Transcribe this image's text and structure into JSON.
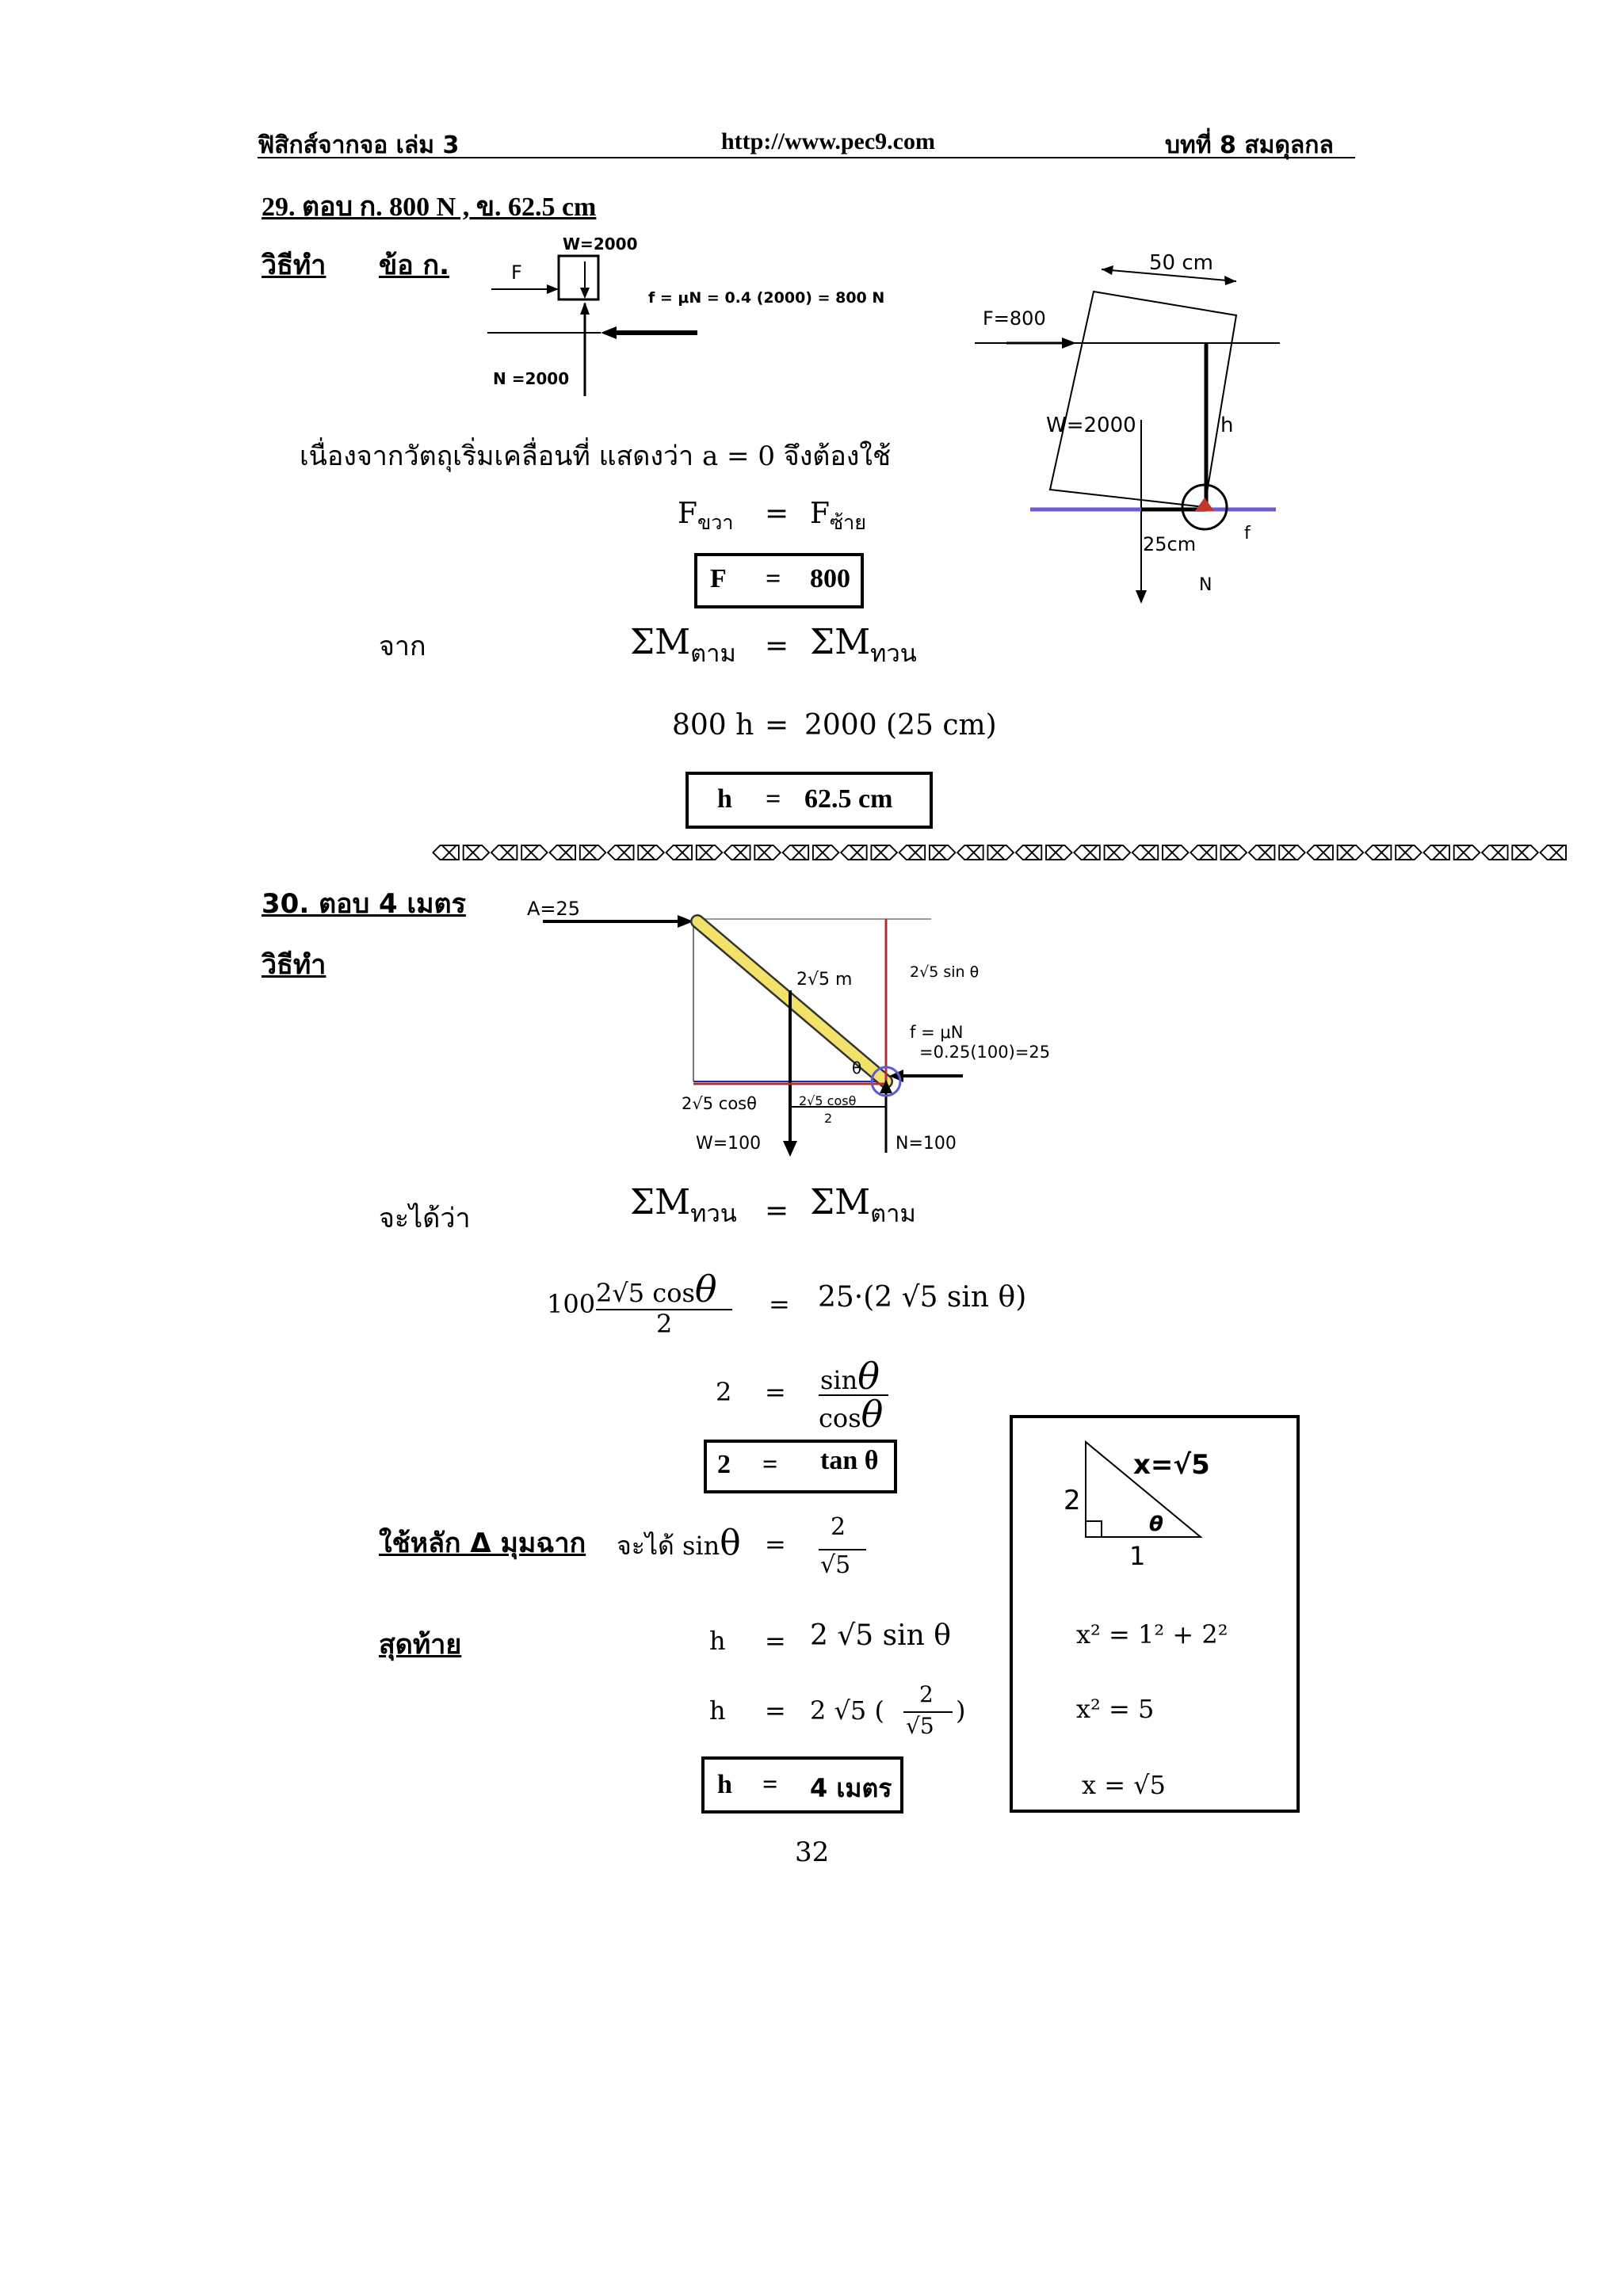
{
  "header": {
    "left": "ฟิสิกส์จากจอ เล่ม 3",
    "center": "http://www.pec9.com",
    "right": "บทที่ 8 สมดุลกล"
  },
  "q29": {
    "title": "29. ตอบ ก. 800 N , ข. 62.5 cm",
    "method": "วิธีทำ",
    "part_a": "ข้อ ก.",
    "diagram1": {
      "w": "W=2000",
      "f_label": "F",
      "friction": "f = μN = 0.4 (2000) = 800 N",
      "n": "N =2000"
    },
    "diagram2": {
      "width": "50 cm",
      "force": "F=800",
      "weight": "W=2000",
      "h": "h",
      "dist": "25cm",
      "f": "f",
      "n": "N"
    },
    "line1": "เนื่องจากวัตถุเริ่มเคลื่อนที่ แสดงว่า a = 0 จึงต้องใช้",
    "eq1_lhs": "F",
    "eq1_lhs_sub": "ขวา",
    "eq1_eq": "=",
    "eq1_rhs": "F",
    "eq1_rhs_sub": "ซ้าย",
    "box1_lhs": "F",
    "box1_eq": "=",
    "box1_rhs": "800",
    "from": "จาก",
    "moment_lhs": "ΣM",
    "moment_lhs_sub": "ตาม",
    "moment_eq": "=",
    "moment_rhs": "ΣM",
    "moment_rhs_sub": "ทวน",
    "eq2_lhs": "800 h",
    "eq2_eq": "=",
    "eq2_rhs": "2000 (25 cm)",
    "box2_lhs": "h",
    "box2_eq": "=",
    "box2_rhs": "62.5 cm"
  },
  "separator": "⌫⌦⌫⌦⌫⌦⌫⌦⌫⌦⌫⌦⌫⌦⌫⌦⌫⌦⌫⌦⌫⌦⌫⌦⌫⌦⌫⌦⌫⌦⌫⌦⌫⌦⌫⌦⌫⌦⌫",
  "q30": {
    "title": "30. ตอบ 4 เมตร",
    "method": "วิธีทำ",
    "diagram": {
      "a": "A=25",
      "len": "2√5 m",
      "vert": "2√5 sin θ",
      "f1": "f = μN",
      "f2": "=0.25(100)=25",
      "theta": "θ",
      "horiz": "2√5 cosθ",
      "half_num": "2√5 cosθ",
      "half_den": "2",
      "w": "W=100",
      "n": "N=100"
    },
    "intro": "จะได้ว่า",
    "m_lhs": "ΣM",
    "m_lhs_sub": "ทวน",
    "m_eq": "=",
    "m_rhs": "ΣM",
    "m_rhs_sub": "ตาม",
    "e1_coef": "100",
    "e1_num": "2√5 cos",
    "e1_theta": "θ",
    "e1_den": "2",
    "e1_eq": "=",
    "e1_rhs": "25·(2 √5 sin θ)",
    "e2_lhs": "2",
    "e2_eq": "=",
    "e2_num": "sin",
    "e2_den": "cos",
    "e2_theta": "θ",
    "box3_lhs": "2",
    "box3_eq": "=",
    "box3_rhs": "tan θ",
    "rule": "ใช้หลัก Δ มุมฉาก",
    "rule_tail": "จะได้ sin",
    "rule_theta": "θ",
    "rule_eq": "=",
    "rule_num": "2",
    "rule_den": "√5",
    "final": "สุดท้าย",
    "f1_lhs": "h",
    "f1_eq": "=",
    "f1_rhs": "2 √5 sin θ",
    "f2_lhs": "h",
    "f2_eq": "=",
    "f2_rhs_a": "2 √5 (",
    "f2_num": "2",
    "f2_den": "√5",
    "f2_rhs_b": ")",
    "box4_lhs": "h",
    "box4_eq": "=",
    "box4_rhs": "4 เมตร",
    "side": {
      "hyp": "x=√5",
      "opp": "2",
      "adj": "1",
      "theta": "θ",
      "l1": "x² = 1² + 2²",
      "l2": "x² = 5",
      "l3": "x = √5"
    }
  },
  "page_number": "32"
}
